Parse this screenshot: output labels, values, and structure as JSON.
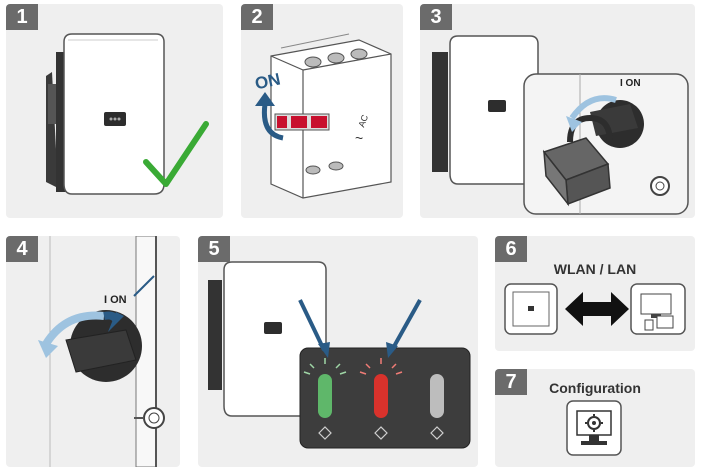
{
  "steps": [
    {
      "number": "1"
    },
    {
      "number": "2",
      "on_label": "ON",
      "ac_label": "AC",
      "ac_symbol": "~"
    },
    {
      "number": "3",
      "switch_label": "I ON"
    },
    {
      "number": "4",
      "switch_label": "I ON"
    },
    {
      "number": "5"
    },
    {
      "number": "6",
      "title": "WLAN / LAN"
    },
    {
      "number": "7",
      "title": "Configuration"
    }
  ],
  "colors": {
    "panel_bg": "#efefef",
    "badge": "#6b6b6b",
    "check": "#3aaa35",
    "arrow_blue": "#2a5b86",
    "led_green": "#5fb76a",
    "led_red": "#d9322c",
    "handle_red": "#c8102e"
  },
  "icons": [
    "checkmark-icon",
    "rotate-arrow-icon",
    "padlock-icon",
    "double-arrow-icon",
    "computer-icon",
    "gear-monitor-icon"
  ]
}
